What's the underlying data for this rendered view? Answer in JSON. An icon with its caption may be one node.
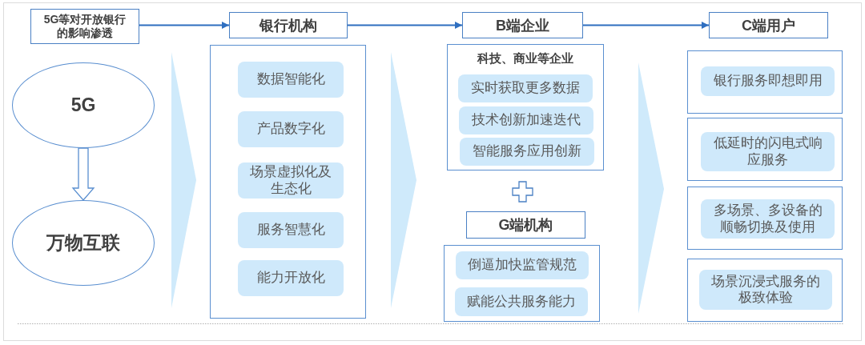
{
  "diagram": {
    "nodes": [
      {
        "text": [
          "5G等对开放银行的影响渗透"
        ]
      },
      {
        "text": [
          "银行机构"
        ]
      },
      {
        "text": [
          "B端企业"
        ]
      },
      {
        "text": [
          "C端用户"
        ]
      },
      {
        "text": [
          "5G"
        ]
      },
      {
        "text": [
          "万物互联"
        ]
      },
      {
        "text": [],
        "shape": "box"
      },
      {
        "text": [
          "数据智能化"
        ],
        "in": 6
      },
      {
        "text": [
          "产品数字化"
        ],
        "in": 6
      },
      {
        "text": [
          "场景虚拟化及生态化"
        ],
        "in": 6
      },
      {
        "text": [
          "服务智慧化"
        ],
        "in": 6
      },
      {
        "text": [
          "能力开放化"
        ],
        "in": 6
      },
      {
        "text": [
          "科技、商业等企业"
        ]
      },
      {
        "text": [
          "实时获取更多数据"
        ],
        "in": 12
      },
      {
        "text": [
          "技术创新加速迭代"
        ],
        "in": 12
      },
      {
        "text": [
          "智能服务应用创新"
        ],
        "in": 12
      },
      {
        "text": [
          "G端机构"
        ]
      },
      {
        "text": [],
        "shape": "box"
      },
      {
        "text": [
          "倒逼加快监管规范"
        ],
        "in": 17
      },
      {
        "text": [
          "赋能公共服务能力"
        ],
        "in": 17
      },
      {
        "text": [],
        "shape": "box"
      },
      {
        "text": [
          "银行服务即想即用"
        ],
        "in": 20
      },
      {
        "text": [],
        "shape": "box"
      },
      {
        "text": [
          "低延时的闪电式响应服务"
        ],
        "in": 22
      },
      {
        "text": [],
        "shape": "box"
      },
      {
        "text": [
          "多场景、多设备的顺畅切换及使用"
        ],
        "in": 24
      },
      {
        "text": [],
        "shape": "box"
      },
      {
        "text": [
          "场景沉浸式服务的极致体验"
        ],
        "in": 26
      }
    ],
    "edges": [
      {
        "from": 0,
        "to": 1,
        "arrow": "to"
      },
      {
        "from": 1,
        "to": 2,
        "arrow": "to"
      },
      {
        "from": 2,
        "to": 3,
        "arrow": "to"
      },
      {
        "from": 4,
        "to": 5,
        "arrow": "to",
        "style": "thick"
      }
    ]
  }
}
